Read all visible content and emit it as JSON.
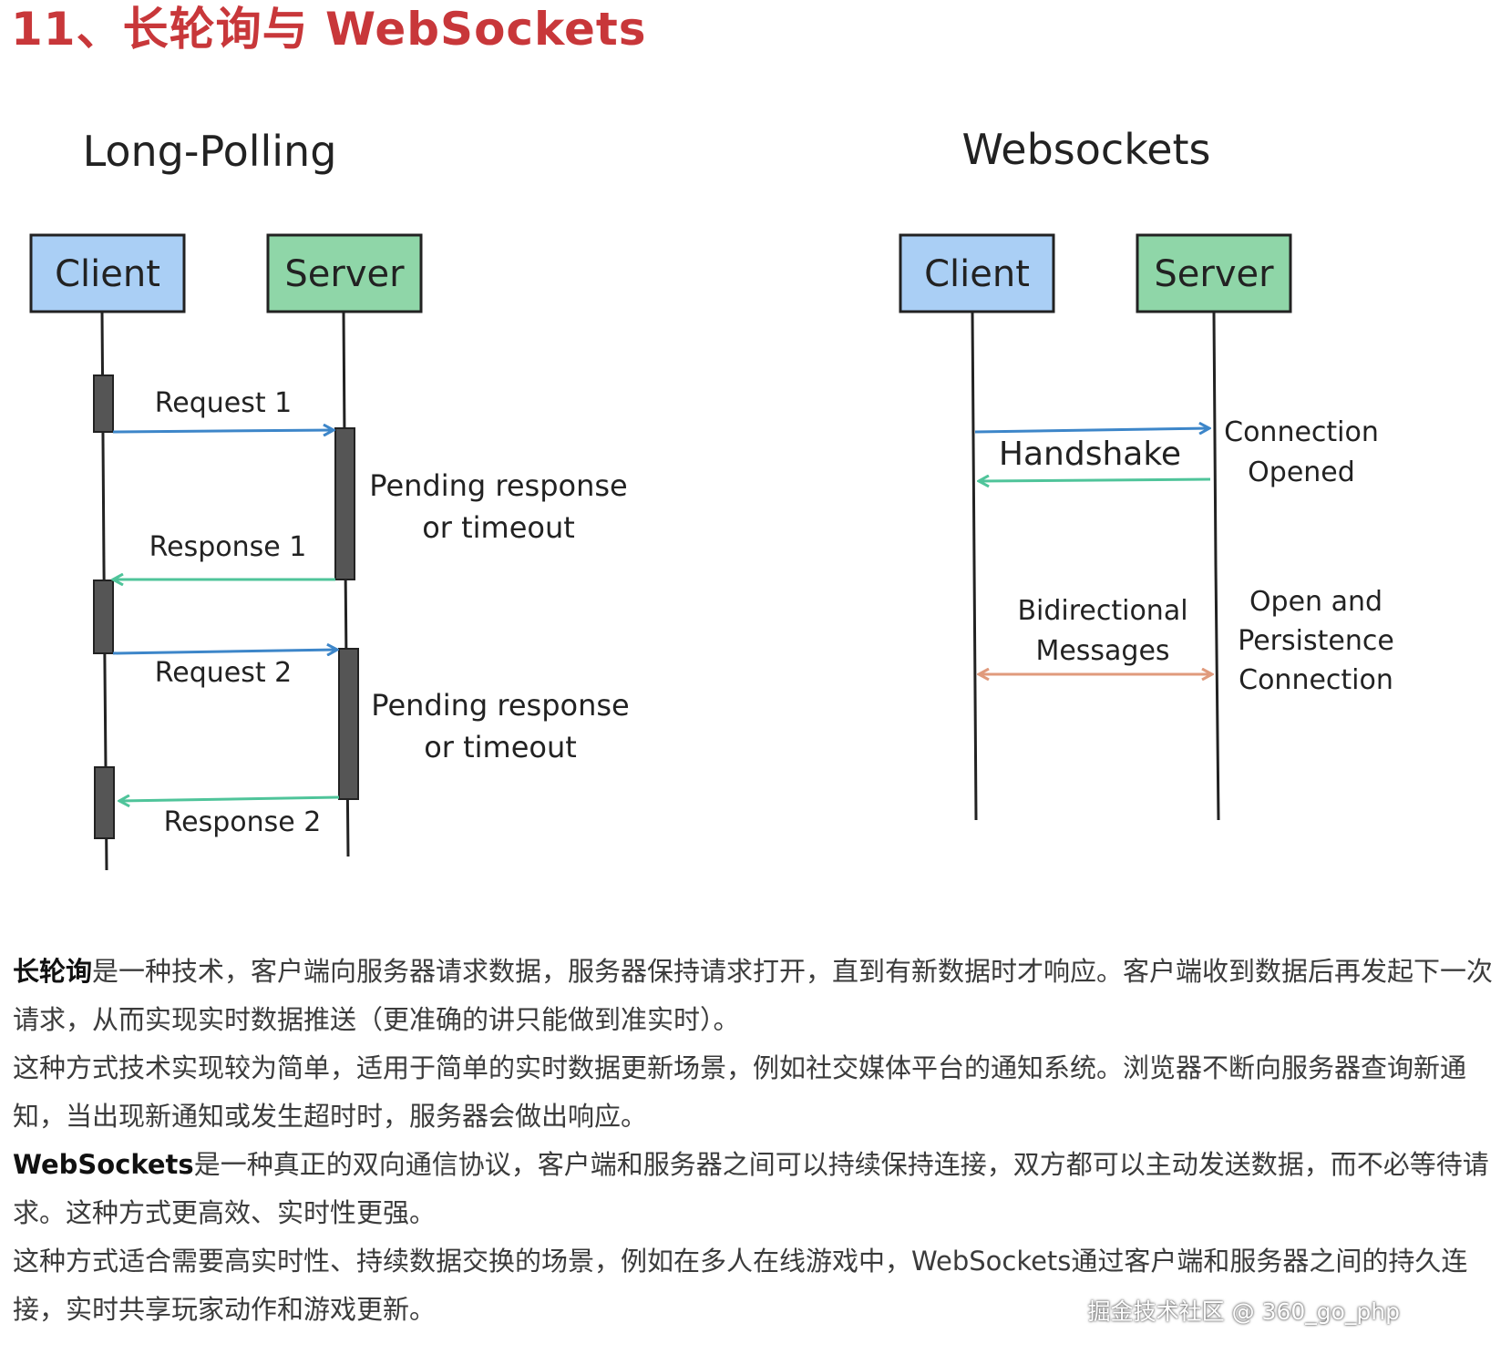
{
  "heading": "11、长轮询与 WebSockets",
  "diagram": {
    "long_polling": {
      "title": "Long-Polling",
      "client": "Client",
      "server": "Server",
      "request1": "Request 1",
      "response1": "Response 1",
      "request2": "Request 2",
      "response2": "Response 2",
      "pending1_line1": "Pending response",
      "pending1_line2": "or timeout",
      "pending2_line1": "Pending response",
      "pending2_line2": "or timeout"
    },
    "websockets": {
      "title": "Websockets",
      "client": "Client",
      "server": "Server",
      "handshake": "Handshake",
      "connection_opened_line1": "Connection",
      "connection_opened_line2": "Opened",
      "bidirectional_line1": "Bidirectional",
      "bidirectional_line2": "Messages",
      "persistence_line1": "Open and",
      "persistence_line2": "Persistence",
      "persistence_line3": "Connection"
    },
    "colors": {
      "client_box": "#aacff5",
      "server_box": "#8fd6a8",
      "request_arrow": "#3d86c9",
      "response_arrow": "#4fc49a",
      "bidirectional_arrow": "#e09a7c",
      "activation_bar": "#555555"
    }
  },
  "paragraphs": [
    {
      "bold": "长轮询",
      "text": "是一种技术，客户端向服务器请求数据，服务器保持请求打开，直到有新数据时才响应。客户端收到数据后再发起下一次请求，从而实现实时数据推送（更准确的讲只能做到准实时）。"
    },
    {
      "bold": "",
      "text": "这种方式技术实现较为简单，适用于简单的实时数据更新场景，例如社交媒体平台的通知系统。浏览器不断向服务器查询新通知，当出现新通知或发生超时时，服务器会做出响应。"
    },
    {
      "bold": "WebSockets",
      "text": "是一种真正的双向通信协议，客户端和服务器之间可以持续保持连接，双方都可以主动发送数据，而不必等待请求。这种方式更高效、实时性更强。"
    },
    {
      "bold": "",
      "text": "这种方式适合需要高实时性、持续数据交换的场景，例如在多人在线游戏中，WebSockets通过客户端和服务器之间的持久连接，实时共享玩家动作和游戏更新。"
    }
  ],
  "watermark": "掘金技术社区 @ 360_go_php"
}
